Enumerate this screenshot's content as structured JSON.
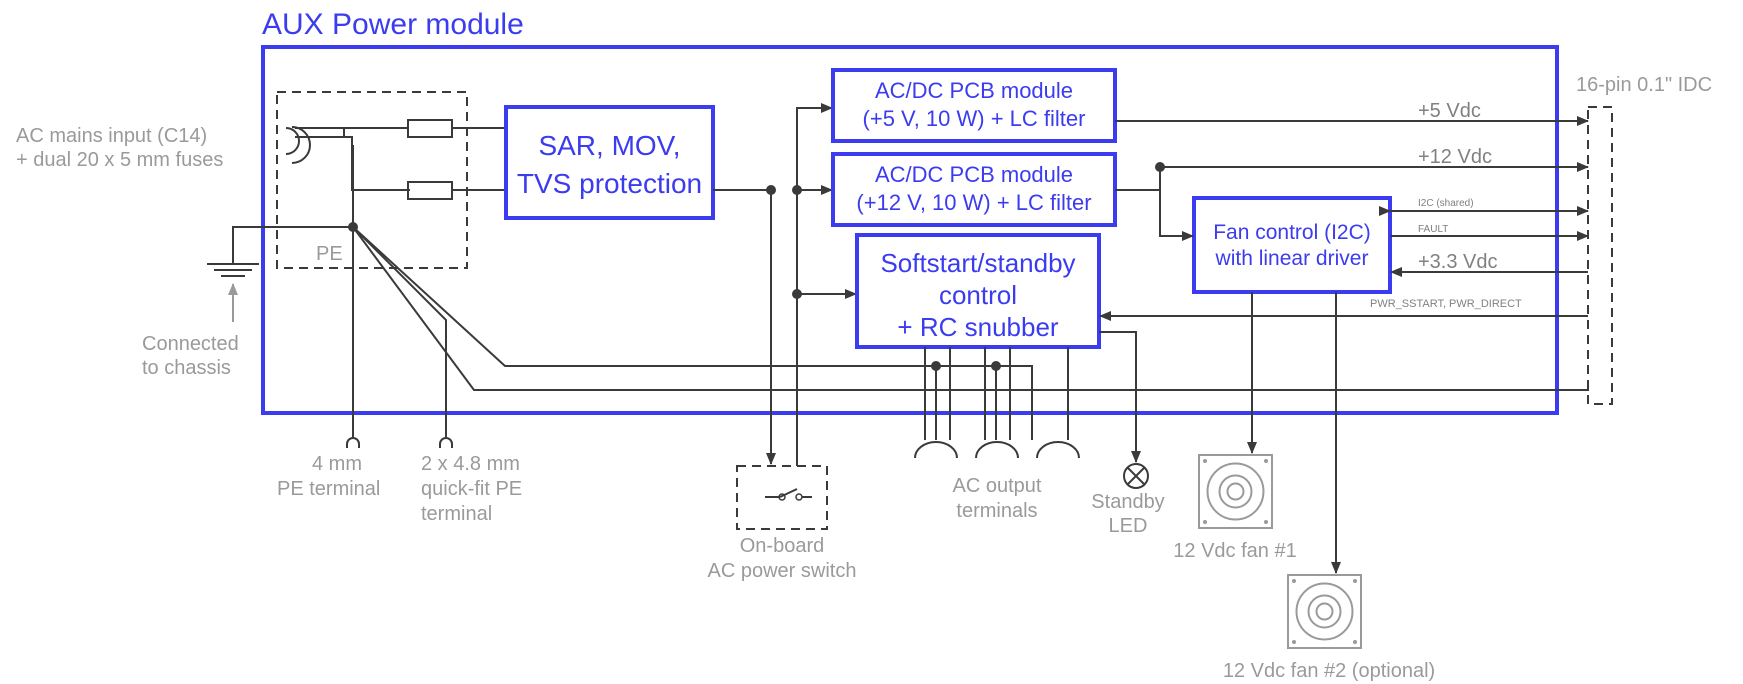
{
  "module": {
    "title": "AUX Power module"
  },
  "colors": {
    "block": "#3b3bf0",
    "wire": "#3a3a3a",
    "label": "#9a9a9a"
  },
  "input": {
    "ac_mains_line1": "AC mains input (C14)",
    "ac_mains_line2": "+ dual 20 x 5 mm fuses",
    "pe_label": "PE",
    "chassis_line1": "Connected",
    "chassis_line2": "to chassis"
  },
  "blocks": {
    "protection_line1": "SAR, MOV,",
    "protection_line2": "TVS protection",
    "acdc5_line1": "AC/DC PCB module",
    "acdc5_line2": "(+5 V, 10 W) + LC filter",
    "acdc12_line1": "AC/DC PCB module",
    "acdc12_line2": "(+12 V, 10 W) + LC filter",
    "softstart_line1": "Softstart/standby",
    "softstart_line2": "control",
    "softstart_line3": "+ RC snubber",
    "fan_line1": "Fan control (I2C)",
    "fan_line2": "with linear driver"
  },
  "connector": {
    "title": "16-pin 0.1\" IDC",
    "sig_5v": "+5 Vdc",
    "sig_12v": "+12 Vdc",
    "sig_i2c": "I2C (shared)",
    "sig_fault": "FAULT",
    "sig_33v": "+3.3 Vdc",
    "sig_pwr": "PWR_SSTART, PWR_DIRECT"
  },
  "terminals": {
    "pe4_line1": "4 mm",
    "pe4_line2": "PE terminal",
    "pe48_line1": "2 x 4.8 mm",
    "pe48_line2": "quick-fit PE",
    "pe48_line3": "terminal",
    "switch_line1": "On-board",
    "switch_line2": "AC power switch",
    "acout_line1": "AC output",
    "acout_line2": "terminals",
    "led_line1": "Standby",
    "led_line2": "LED",
    "fan1": "12 Vdc fan #1",
    "fan2": "12 Vdc fan #2 (optional)"
  }
}
